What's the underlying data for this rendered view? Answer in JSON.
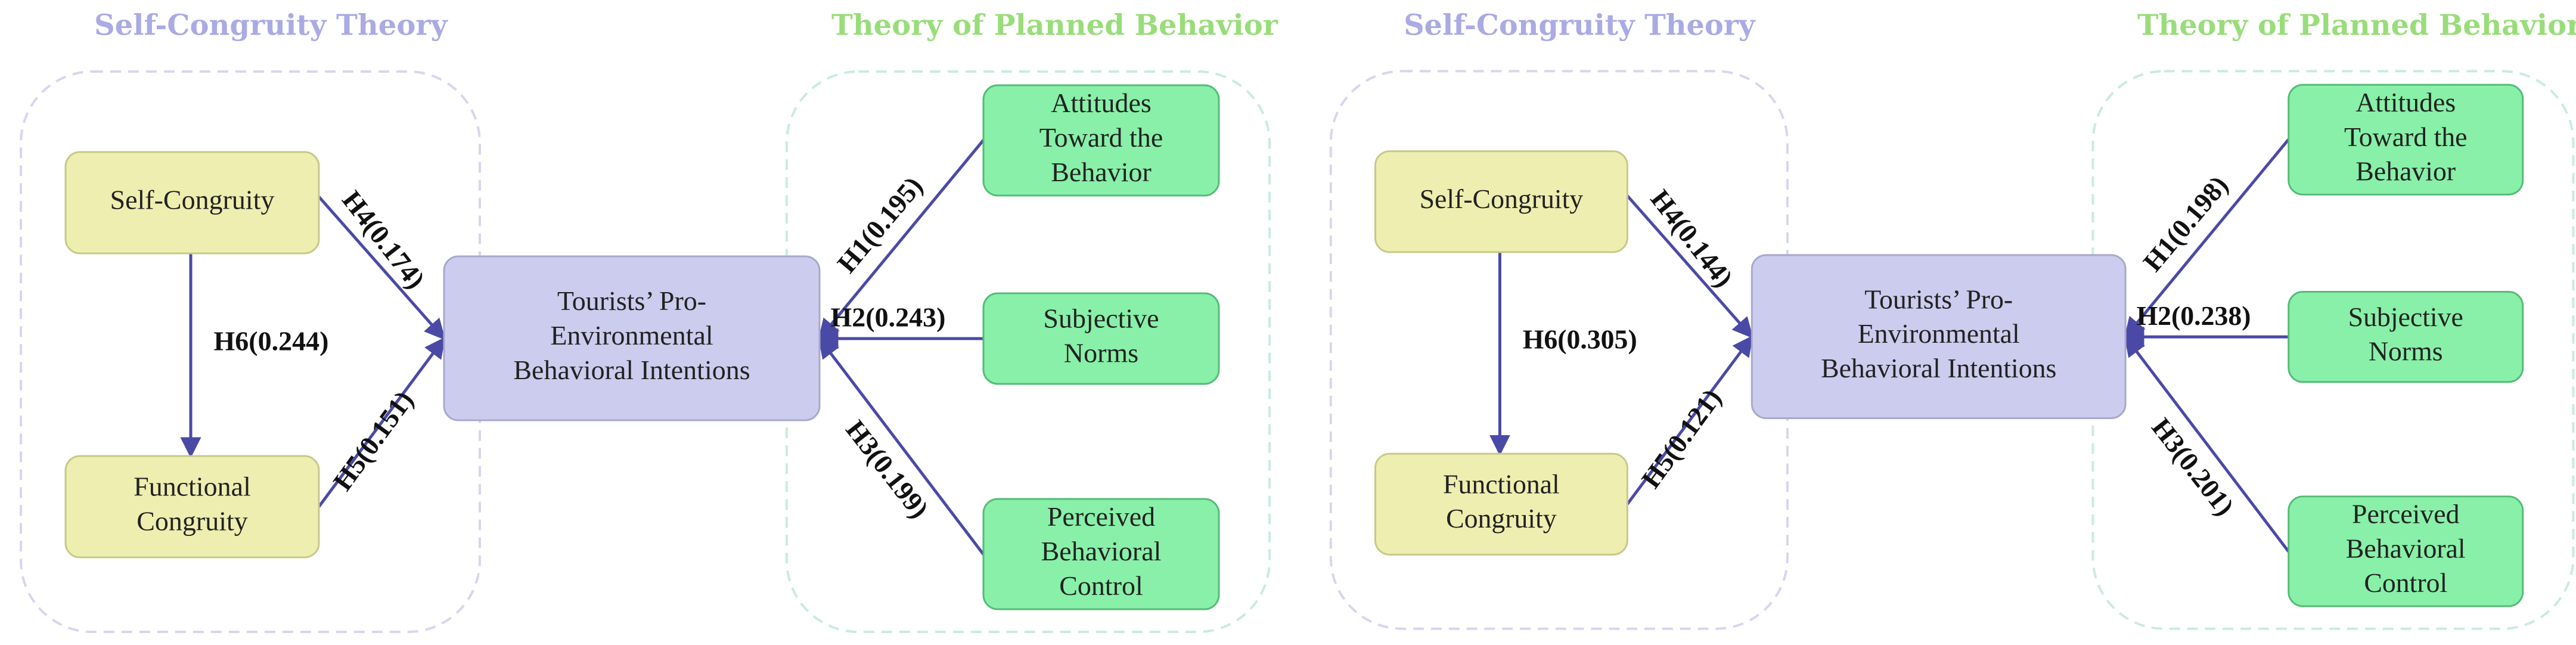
{
  "colors": {
    "sct_title": "#aaaae4",
    "tpb_title": "#99dd7a",
    "sct_node_fill": "#eeeeb0",
    "tpb_node_fill": "#88f0a8",
    "center_node_fill": "#ccccee",
    "arrow": "#4a4aa6"
  },
  "panels": [
    {
      "sct_title": "Self-Congruity Theory",
      "tpb_title": "Theory of Planned Behavior",
      "nodes": {
        "self_congruity": [
          "Self-Congruity"
        ],
        "functional_congruity": [
          "Functional",
          "Congruity"
        ],
        "intentions": [
          "Tourists’ Pro-",
          "Environmental",
          "Behavioral Intentions"
        ],
        "attitudes": [
          "Attitudes",
          "Toward the",
          "Behavior"
        ],
        "subjective_norms": [
          "Subjective",
          "Norms"
        ],
        "perceived_control": [
          "Perceived",
          "Behavioral",
          "Control"
        ]
      },
      "edges": {
        "h1": "H1(0.195)",
        "h2": "H2(0.243)",
        "h3": "H3(0.199)",
        "h4": "H4(0.174)",
        "h5": "H5(0.151)",
        "h6": "H6(0.244)"
      }
    },
    {
      "sct_title": "Self-Congruity Theory",
      "tpb_title": "Theory of Planned Behavior",
      "nodes": {
        "self_congruity": [
          "Self-Congruity"
        ],
        "functional_congruity": [
          "Functional",
          "Congruity"
        ],
        "intentions": [
          "Tourists’ Pro-",
          "Environmental",
          "Behavioral Intentions"
        ],
        "attitudes": [
          "Attitudes",
          "Toward the",
          "Behavior"
        ],
        "subjective_norms": [
          "Subjective",
          "Norms"
        ],
        "perceived_control": [
          "Perceived",
          "Behavioral",
          "Control"
        ]
      },
      "edges": {
        "h1": "H1(0.198)",
        "h2": "H2(0.238)",
        "h3": "H3(0.201)",
        "h4": "H4(0.144)",
        "h5": "H5(0.121)",
        "h6": "H6(0.305)"
      }
    }
  ]
}
